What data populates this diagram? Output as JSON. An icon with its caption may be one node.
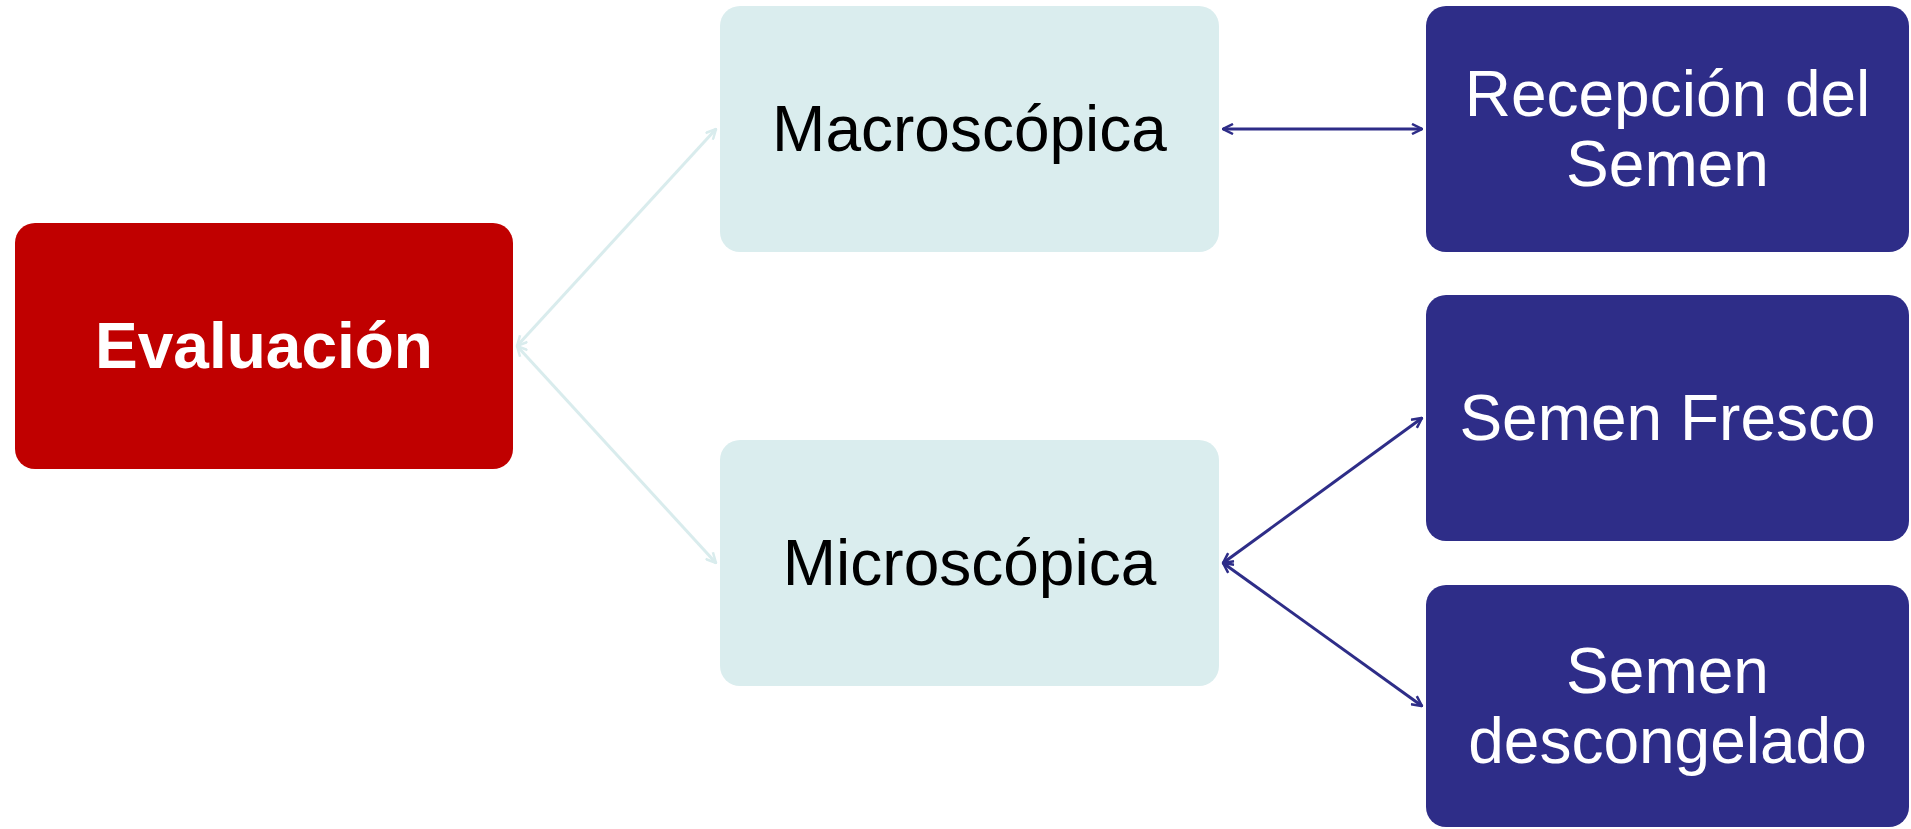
{
  "diagram": {
    "nodes": [
      {
        "text": [
          "Evaluación"
        ]
      },
      {
        "text": [
          "Macroscópica"
        ]
      },
      {
        "text": [
          "Microscópica"
        ]
      },
      {
        "text": [
          "Recepción del Semen"
        ]
      },
      {
        "text": [
          "Semen Fresco"
        ]
      },
      {
        "text": [
          "Semen descongelado"
        ]
      }
    ],
    "edges": [
      {
        "from": 0,
        "to": 1,
        "arrow": "both",
        "color": "#d9eced"
      },
      {
        "from": 0,
        "to": 2,
        "arrow": "both",
        "color": "#d9eced"
      },
      {
        "from": 1,
        "to": 3,
        "arrow": "both"
      },
      {
        "from": 2,
        "to": 4,
        "arrow": "both"
      },
      {
        "from": 2,
        "to": 5,
        "arrow": "both"
      }
    ]
  }
}
